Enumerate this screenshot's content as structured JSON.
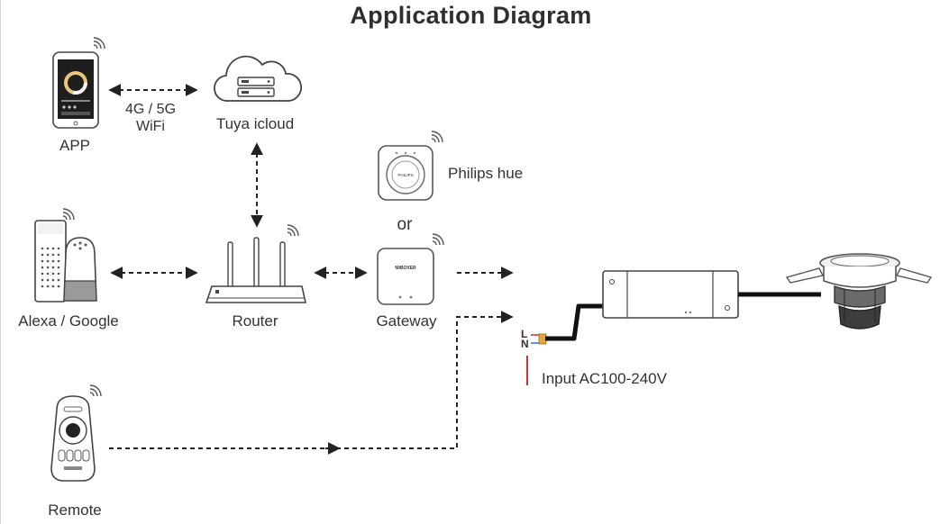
{
  "title": "Application Diagram",
  "nodes": {
    "app": "APP",
    "cloud": "Tuya icloud",
    "philips": "Philips hue",
    "or": "or",
    "alexa": "Alexa / Google",
    "router": "Router",
    "gateway": "Gateway",
    "remote": "Remote",
    "input": "Input AC100-240V"
  },
  "link": {
    "line1": "4G / 5G",
    "line2": "WiFi"
  },
  "wires": {
    "l": "L",
    "n": "N"
  },
  "device_text": {
    "gateway_brand": "MiBOXER",
    "hue_brand": "PHILIPS"
  },
  "colors": {
    "line": "#222222",
    "wire_live": "#d43030",
    "wire_neutral": "#2f6fd0",
    "terminal": "#e3a93a"
  }
}
